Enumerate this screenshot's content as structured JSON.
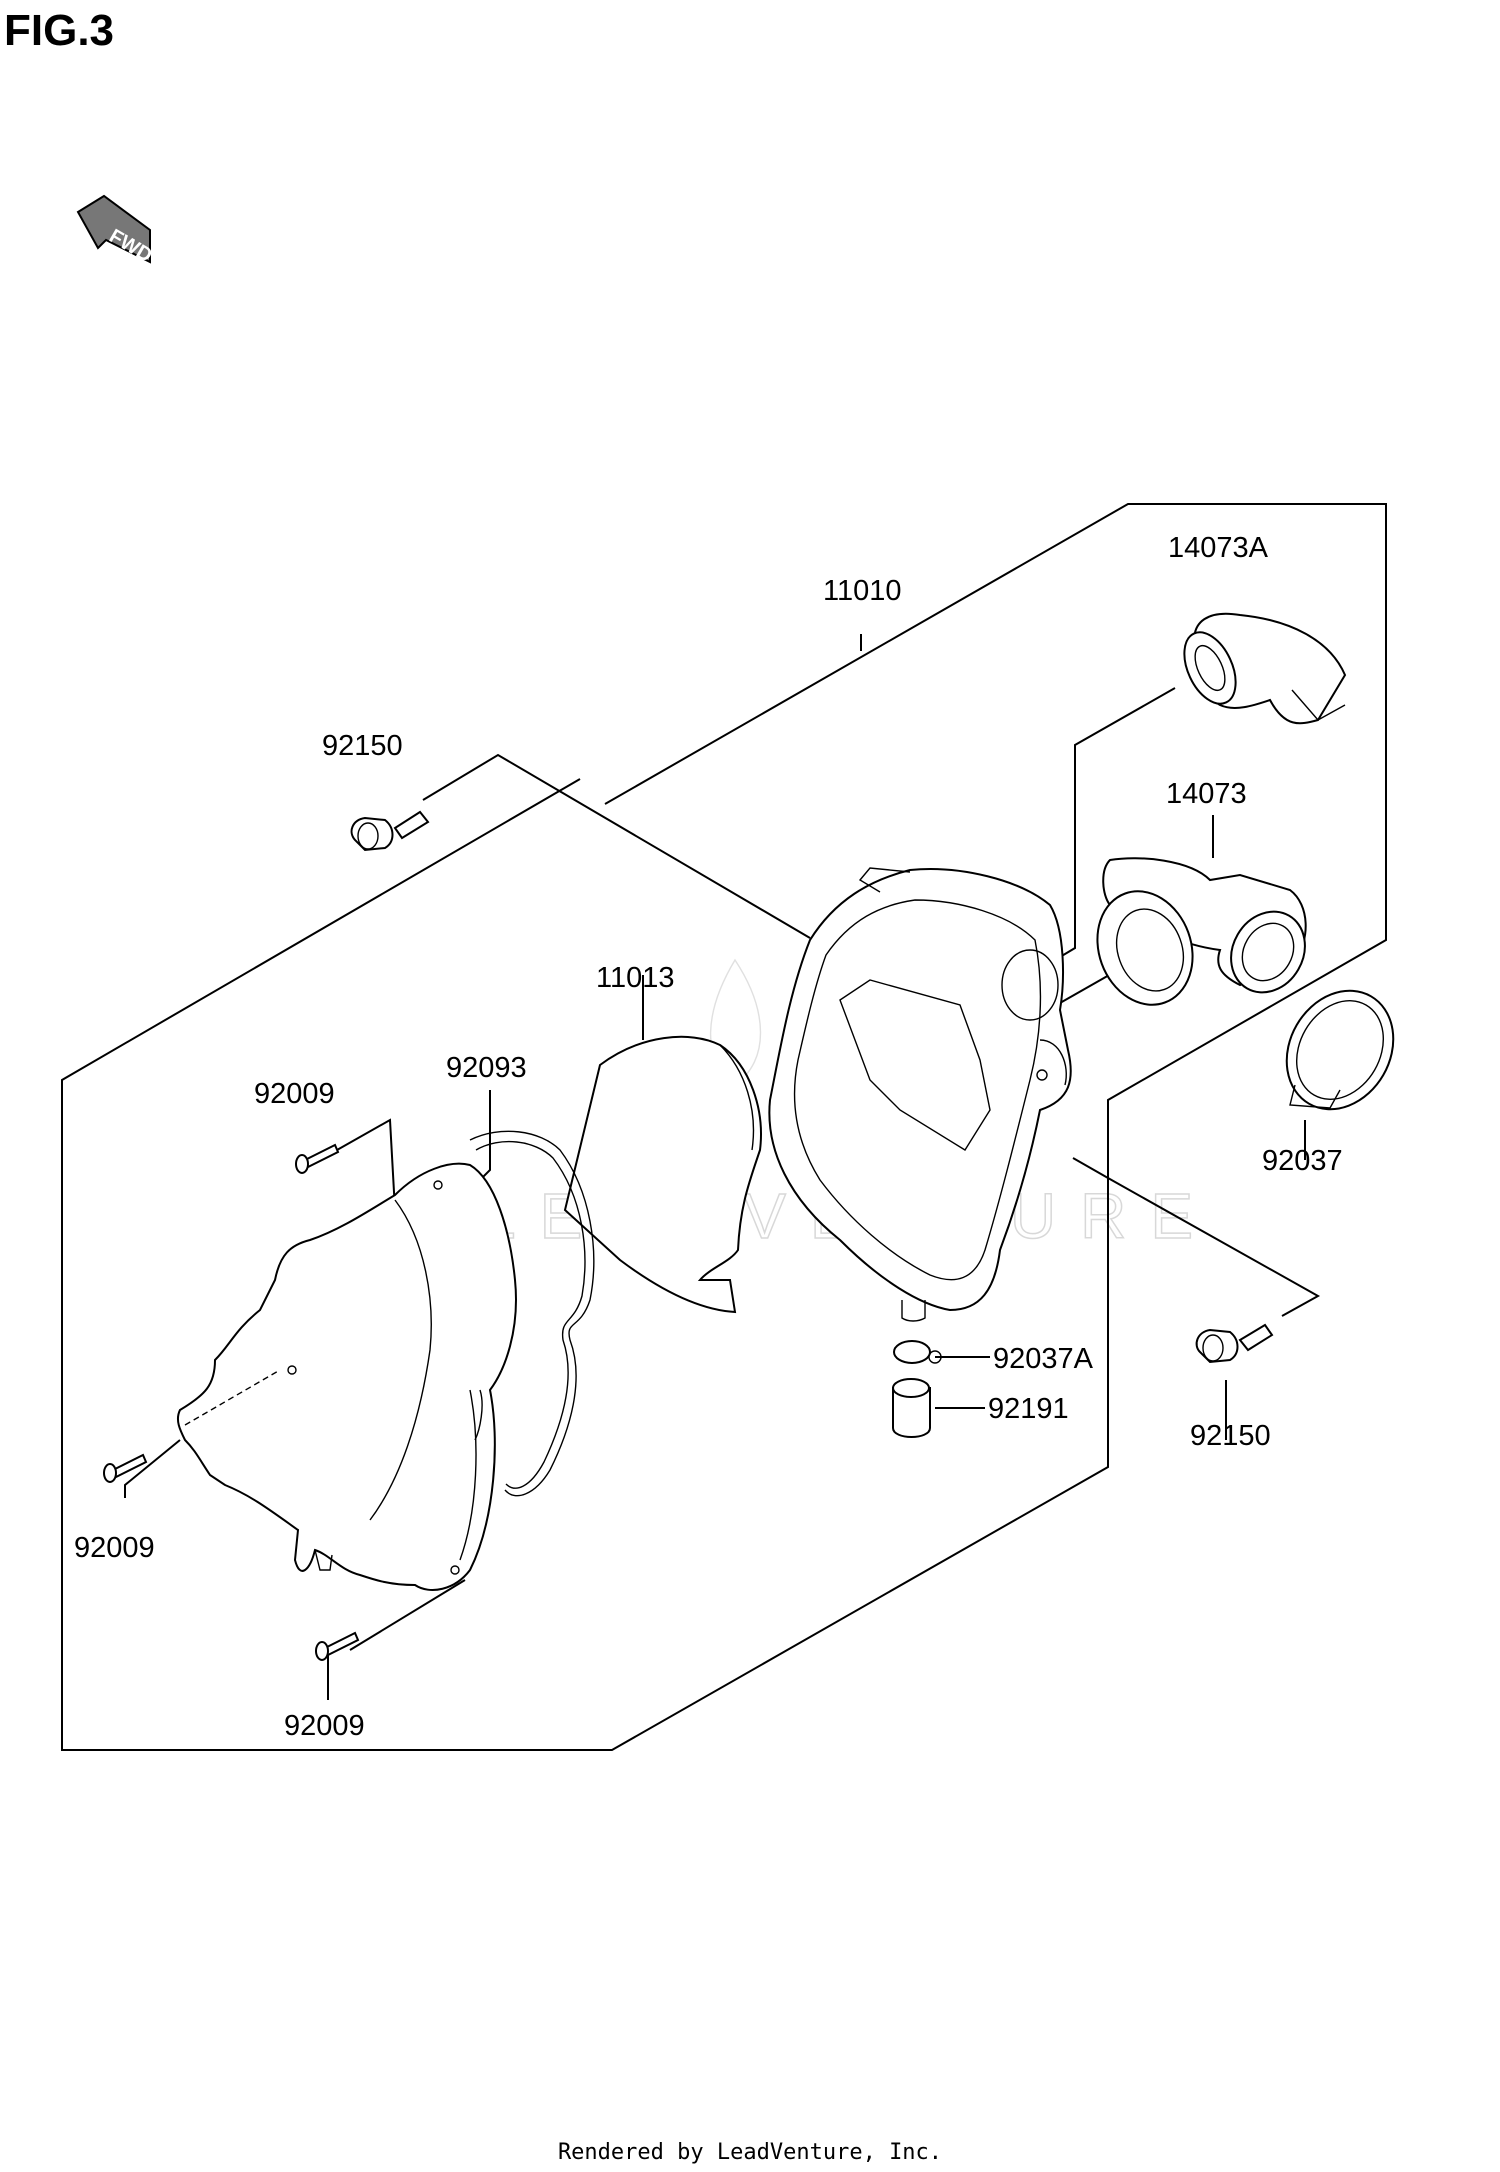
{
  "figure": {
    "title": "FIG.3",
    "direction_badge": "FWD"
  },
  "labels": {
    "p11010": "11010",
    "p14073A": "14073A",
    "p14073": "14073",
    "p92150_top": "92150",
    "p92150_right": "92150",
    "p11013": "11013",
    "p92093": "92093",
    "p92009_top": "92009",
    "p92009_left": "92009",
    "p92009_bottom": "92009",
    "p92037": "92037",
    "p92037A": "92037A",
    "p92191": "92191"
  },
  "watermark": "LEADVENTURE",
  "footer": "Rendered by LeadVenture, Inc."
}
